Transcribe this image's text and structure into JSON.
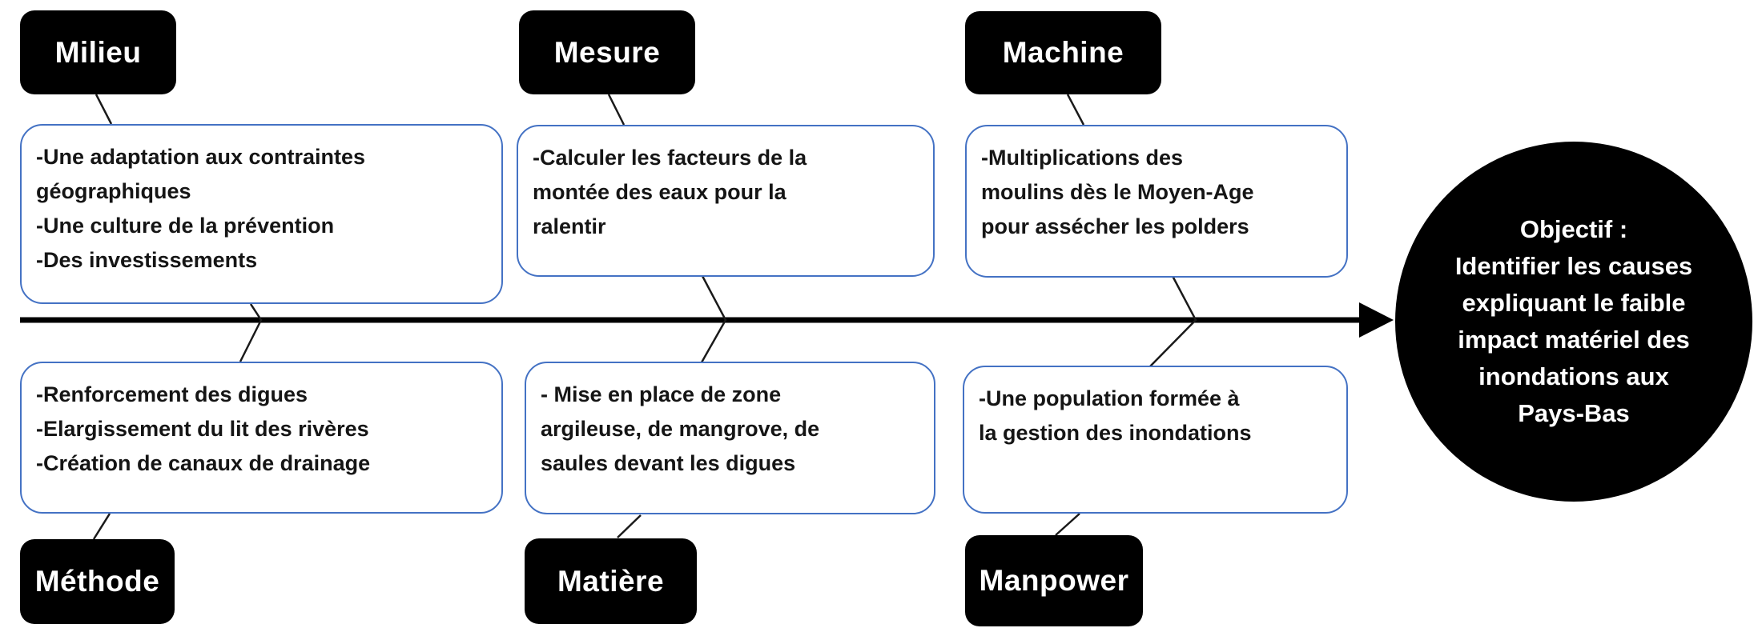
{
  "diagram": {
    "type": "fishbone",
    "objective": {
      "text": "Objectif :\nIdentifier les causes\nexpliquant le faible\nimpact matériel des\ninondations aux\nPays-Bas"
    },
    "branches": {
      "top": [
        {
          "label": "Milieu",
          "causes": "-Une adaptation aux contraintes\ngéographiques\n-Une culture de la prévention\n-Des investissements"
        },
        {
          "label": "Mesure",
          "causes": "-Calculer les facteurs de la\nmontée des eaux pour la\nralentir"
        },
        {
          "label": "Machine",
          "causes": "-Multiplications des\nmoulins dès le Moyen-Age\npour assécher les polders"
        }
      ],
      "bottom": [
        {
          "label": "Méthode",
          "causes": "-Renforcement des digues\n-Elargissement du lit des rivères\n-Création de canaux de drainage"
        },
        {
          "label": "Matière",
          "causes": "- Mise en place de zone\nargileuse, de mangrove, de\nsaules devant les digues"
        },
        {
          "label": "Manpower",
          "causes": "-Une population formée à\nla gestion des inondations"
        }
      ]
    },
    "colors": {
      "category_label_bg": "#000000",
      "category_label_text": "#ffffff",
      "cause_box_border": "#4472C4",
      "cause_box_bg": "#ffffff",
      "cause_box_text": "#151515",
      "spine": "#000000",
      "connector": "#1a1a1a",
      "objective_bg": "#000000",
      "objective_text": "#ffffff",
      "background": "#ffffff"
    }
  }
}
